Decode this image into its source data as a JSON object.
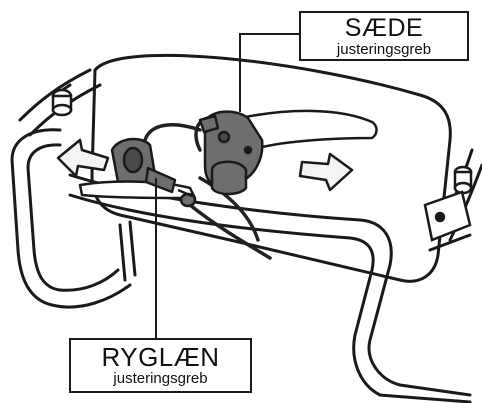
{
  "labels": {
    "seat": {
      "title": "SÆDE",
      "subtitle": "justeringsgreb"
    },
    "backrest": {
      "title": "RYGLÆN",
      "subtitle": "justeringsgreb"
    }
  },
  "colors": {
    "outline": "#1a1a1a",
    "lever_body": "#6e6e6e",
    "lever_shadow": "#4a4a4a",
    "cable": "#222222",
    "arrow_fill": "#f4f4f4",
    "frame_fill": "#ffffff"
  },
  "icons": [
    "seat-lever-icon",
    "backrest-lever-icon",
    "arrow-icon"
  ]
}
